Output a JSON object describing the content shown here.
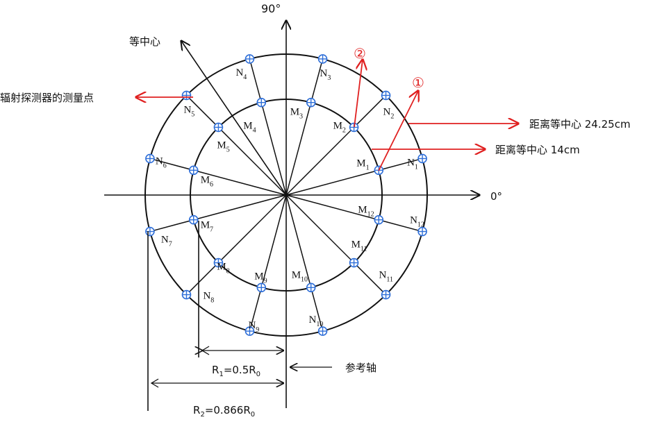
{
  "labels": {
    "angle_90": "90°",
    "angle_0": "0°",
    "isocenter": "等中心",
    "detector_points": "辐射探测器的测量点",
    "outer_ring_distance": "距离等中心 24.25cm",
    "inner_ring_distance": "距离等中心 14cm",
    "reference_axis": "参考轴",
    "marker_1": "①",
    "marker_2": "②",
    "r1_prefix": "R",
    "r1_sub": "1",
    "r1_mid": "=0.5R",
    "r1_sub0": "0",
    "r2_prefix": "R",
    "r2_sub": "2",
    "r2_mid": "=0.866R",
    "r2_sub0": "0"
  },
  "inner_points": [
    {
      "letter": "M",
      "num": "1"
    },
    {
      "letter": "M",
      "num": "2"
    },
    {
      "letter": "M",
      "num": "3"
    },
    {
      "letter": "M",
      "num": "4"
    },
    {
      "letter": "M",
      "num": "5"
    },
    {
      "letter": "M",
      "num": "6"
    },
    {
      "letter": "M",
      "num": "7"
    },
    {
      "letter": "M",
      "num": "8"
    },
    {
      "letter": "M",
      "num": "9"
    },
    {
      "letter": "M",
      "num": "10"
    },
    {
      "letter": "M",
      "num": "11"
    },
    {
      "letter": "M",
      "num": "12"
    }
  ],
  "outer_points": [
    {
      "letter": "N",
      "num": "1"
    },
    {
      "letter": "N",
      "num": "2"
    },
    {
      "letter": "N",
      "num": "3"
    },
    {
      "letter": "N",
      "num": "4"
    },
    {
      "letter": "N",
      "num": "5"
    },
    {
      "letter": "N",
      "num": "6"
    },
    {
      "letter": "N",
      "num": "7"
    },
    {
      "letter": "N",
      "num": "8"
    },
    {
      "letter": "N",
      "num": "9"
    },
    {
      "letter": "N",
      "num": "10"
    },
    {
      "letter": "N",
      "num": "11"
    },
    {
      "letter": "N",
      "num": "12"
    }
  ],
  "colors": {
    "line": "#111111",
    "accent_red": "#e02020",
    "marker_blue": "#2f6fd8"
  }
}
